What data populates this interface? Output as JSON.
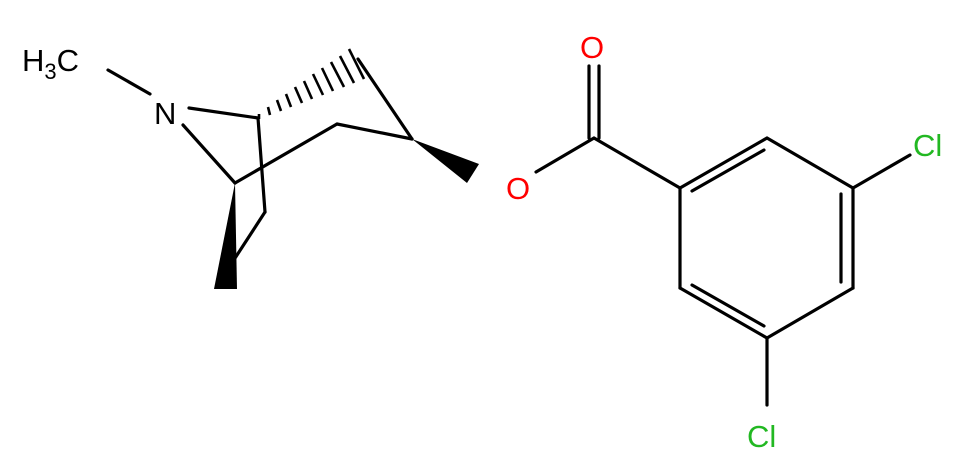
{
  "molecule": {
    "atoms": {
      "methyl": {
        "main": "H",
        "sub": "3",
        "tail": "C"
      },
      "nitrogen": "N",
      "ester_o": "O",
      "carbonyl_o": "O",
      "cl_upper": "Cl",
      "cl_lower": "Cl"
    },
    "colors": {
      "bond": "#000000",
      "carbon_nitrogen_label": "#1a1acf",
      "oxygen_label": "#ff0000",
      "chlorine_label": "#22b822"
    }
  }
}
